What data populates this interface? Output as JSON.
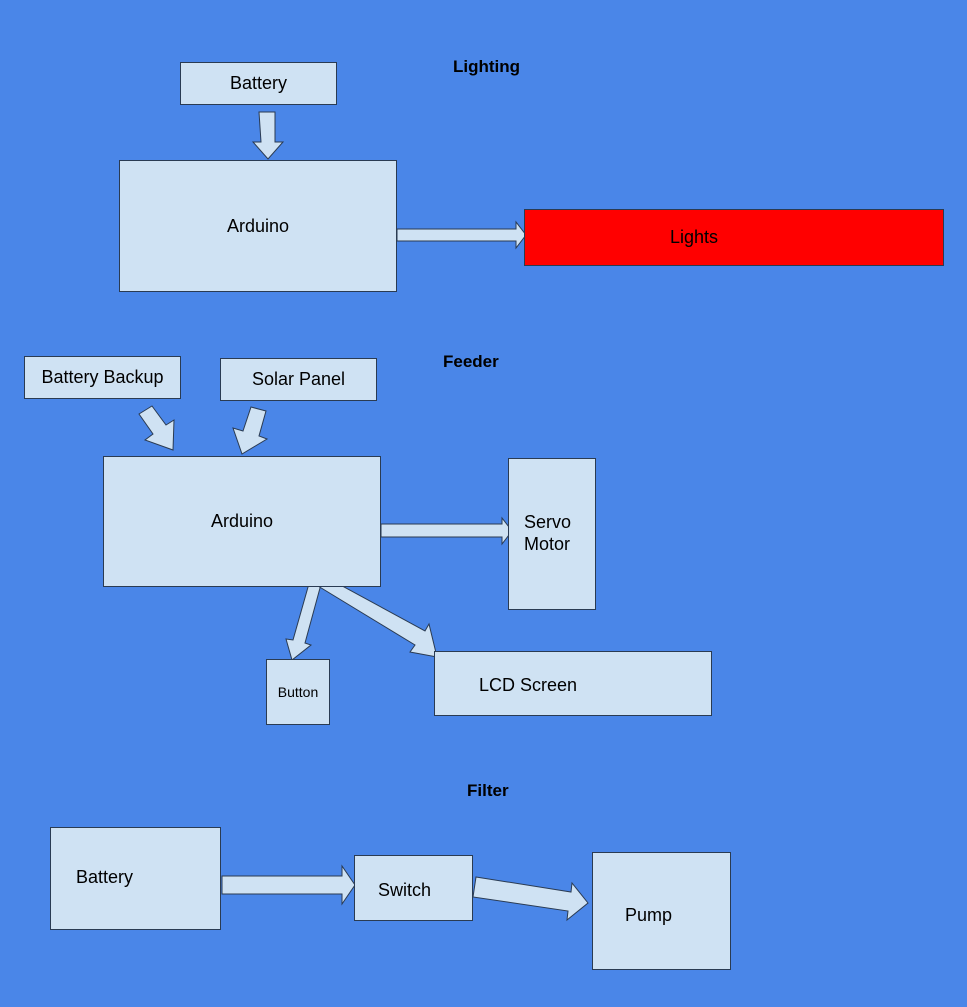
{
  "sections": {
    "lighting": {
      "title": "Lighting",
      "battery": "Battery",
      "arduino": "Arduino",
      "lights": "Lights",
      "lights_color": "#ff0000"
    },
    "feeder": {
      "title": "Feeder",
      "battery_backup": "Battery Backup",
      "solar_panel": "Solar Panel",
      "arduino": "Arduino",
      "servo_motor_line1": "Servo",
      "servo_motor_line2": "Motor",
      "button": "Button",
      "lcd_screen": "LCD Screen"
    },
    "filter": {
      "title": "Filter",
      "battery": "Battery",
      "switch": "Switch",
      "pump": "Pump"
    }
  },
  "colors": {
    "background": "#4a86e8",
    "box_fill": "#cfe2f3",
    "box_border": "#2a3b52"
  }
}
